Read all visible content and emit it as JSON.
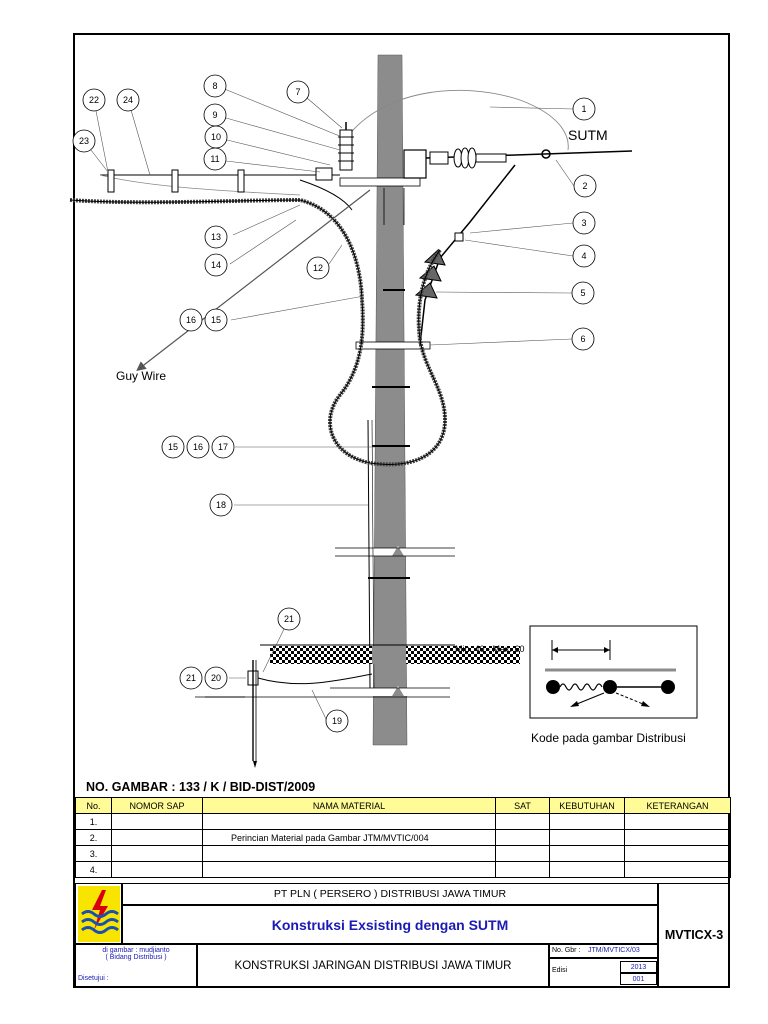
{
  "diagram": {
    "callouts": [
      "1",
      "2",
      "3",
      "4",
      "5",
      "6",
      "7",
      "8",
      "9",
      "10",
      "11",
      "12",
      "13",
      "14",
      "15",
      "16",
      "17",
      "18",
      "19",
      "20",
      "21",
      "22",
      "23",
      "24"
    ],
    "labels": {
      "sutm": "SUTM",
      "guy_wire": "Guy Wire",
      "dimension": "Min. 40 - Max. 60",
      "legend_caption": "Kode pada gambar Distribusi"
    }
  },
  "header": {
    "gambar_no": "NO. GAMBAR  : 133 / K / BID-DIST/2009"
  },
  "table": {
    "columns": [
      "No.",
      "NOMOR SAP",
      "NAMA  MATERIAL",
      "SAT",
      "KEBUTUHAN",
      "KETERANGAN"
    ],
    "rows": [
      {
        "no": "1.",
        "sap": "",
        "material": "",
        "sat": "",
        "kebutuhan": "",
        "keterangan": ""
      },
      {
        "no": "2.",
        "sap": "",
        "material": "Perincian Material pada Gambar JTM/MVTIC/004",
        "sat": "",
        "kebutuhan": "",
        "keterangan": ""
      },
      {
        "no": "3.",
        "sap": "",
        "material": "",
        "sat": "",
        "kebutuhan": "",
        "keterangan": ""
      },
      {
        "no": "4.",
        "sap": "",
        "material": "",
        "sat": "",
        "kebutuhan": "",
        "keterangan": ""
      }
    ]
  },
  "title_block": {
    "company": "PT PLN ( PERSERO ) DISTRIBUSI JAWA TIMUR",
    "title": "Konstruksi Exsisting dengan SUTM",
    "code": "MVTICX-3",
    "drawn_by": "di gambar : mudjianto",
    "drawn_dept": "( Bidang Distribusi )",
    "approved": "Disetujui :",
    "subtitle": "KONSTRUKSI JARINGAN DISTRIBUSI JAWA TIMUR",
    "no_gbr_label": "No. Gbr :",
    "no_gbr_value": "JTM/MVTICX/03",
    "edisi_label": "Edisi",
    "year": "2013",
    "edisi_value": "001"
  },
  "colors": {
    "pole": "#8c8c8c",
    "table_header": "#fffb96",
    "title_blue": "#1a1ab4",
    "logo_yellow": "#f7e500",
    "logo_red": "#d8000f",
    "logo_blue": "#1a4fb4"
  }
}
